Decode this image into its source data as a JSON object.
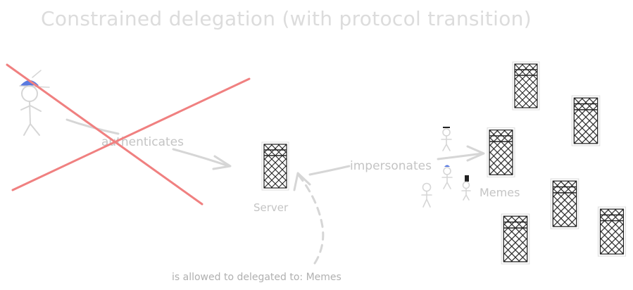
{
  "diagram": {
    "title": "Constrained delegation (with protocol transition)",
    "labels": {
      "authenticates": "authenticates",
      "impersonates": "impersonates",
      "server": "Server",
      "memes": "Memes",
      "delegation_note": "is allowed to delegated to: Memes"
    },
    "colors": {
      "cross": "#f08080",
      "hat": "#5b7be0",
      "text": "#c4c4c4",
      "arrow": "#cfcfcf",
      "server_ink": "#222222"
    }
  }
}
